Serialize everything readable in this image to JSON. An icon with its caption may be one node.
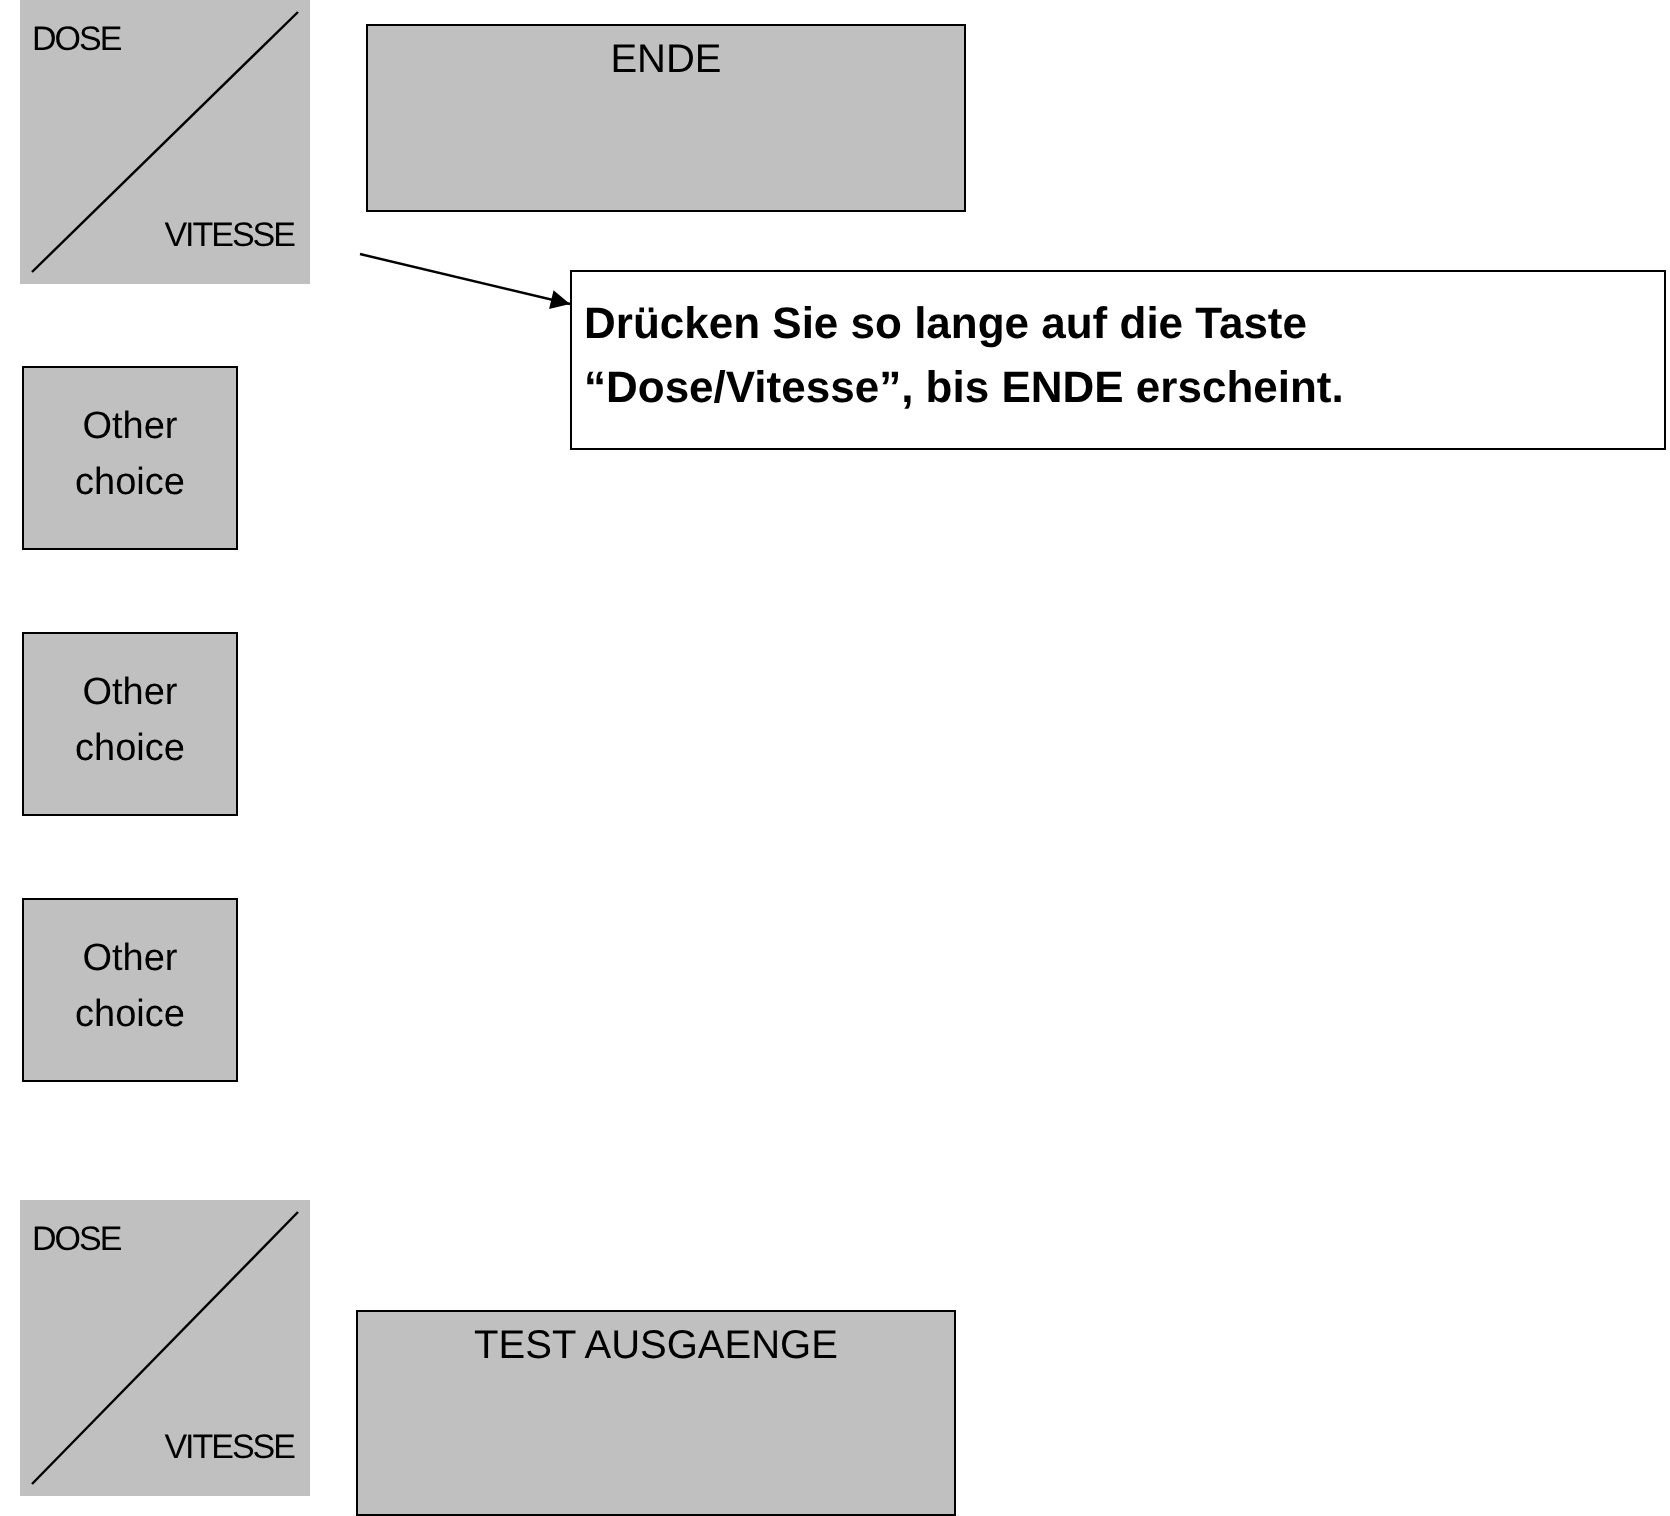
{
  "diagram": {
    "nodes": [
      {
        "text": [
          "DOSE",
          "VITESSE"
        ]
      },
      {
        "text": [
          "ENDE"
        ]
      },
      {
        "text": [
          "Drücken Sie so lange auf die Taste “Dose/Vitesse”, bis ENDE erscheint."
        ]
      },
      {
        "text": [
          "Other choice"
        ]
      },
      {
        "text": [
          "Other choice"
        ]
      },
      {
        "text": [
          "Other choice"
        ]
      },
      {
        "text": [
          "DOSE",
          "VITESSE"
        ]
      },
      {
        "text": [
          "TEST AUSGAENGE"
        ]
      }
    ],
    "edges": [
      {
        "from": null,
        "to": 2,
        "arrow": "to"
      }
    ]
  }
}
